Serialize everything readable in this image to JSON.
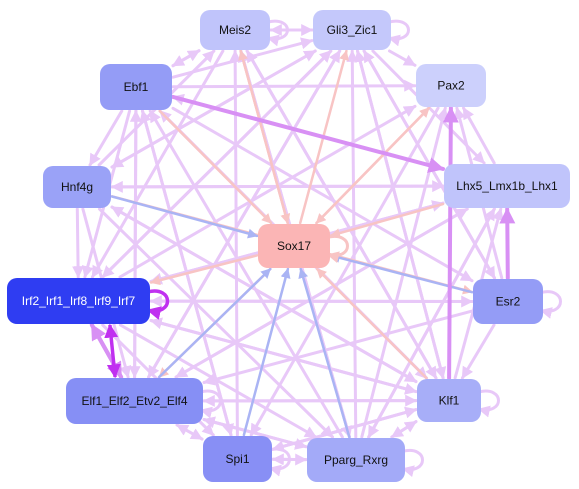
{
  "nodes": [
    {
      "id": "meis2",
      "label": "Meis2",
      "color": "#c0c4fb",
      "text_color": "#111111"
    },
    {
      "id": "gli3",
      "label": "Gli3_Zic1",
      "color": "#c4c8fb",
      "text_color": "#111111"
    },
    {
      "id": "ebf1",
      "label": "Ebf1",
      "color": "#949cf6",
      "text_color": "#111111"
    },
    {
      "id": "pax2",
      "label": "Pax2",
      "color": "#ccd0fc",
      "text_color": "#111111"
    },
    {
      "id": "hnf4g",
      "label": "Hnf4g",
      "color": "#9aa2f7",
      "text_color": "#111111"
    },
    {
      "id": "lhx5",
      "label": "Lhx5_Lmx1b_Lhx1",
      "color": "#c0c4fb",
      "text_color": "#111111"
    },
    {
      "id": "sox17",
      "label": "Sox17",
      "color": "#fbb5b5",
      "text_color": "#111111"
    },
    {
      "id": "irf",
      "label": "Irf2_Irf1_Irf8_Irf9_Irf7",
      "color": "#2f3df2",
      "text_color": "#ffffff"
    },
    {
      "id": "esr2",
      "label": "Esr2",
      "color": "#949cf6",
      "text_color": "#111111"
    },
    {
      "id": "elf",
      "label": "Elf1_Elf2_Etv2_Elf4",
      "color": "#868ff5",
      "text_color": "#111111"
    },
    {
      "id": "klf1",
      "label": "Klf1",
      "color": "#a7aef8",
      "text_color": "#111111"
    },
    {
      "id": "spi1",
      "label": "Spi1",
      "color": "#888ff5",
      "text_color": "#111111"
    },
    {
      "id": "pparg",
      "label": "Pparg_Rxrg",
      "color": "#a3aaf8",
      "text_color": "#111111"
    }
  ],
  "edges": [
    {
      "from": "meis2",
      "to": "gli3",
      "kind": "a"
    },
    {
      "from": "gli3",
      "to": "meis2",
      "kind": "a"
    },
    {
      "from": "meis2",
      "to": "ebf1",
      "kind": "a"
    },
    {
      "from": "meis2",
      "to": "irf",
      "kind": "a"
    },
    {
      "from": "meis2",
      "to": "klf1",
      "kind": "a"
    },
    {
      "from": "meis2",
      "to": "pparg",
      "kind": "a"
    },
    {
      "from": "meis2",
      "to": "sox17",
      "kind": "r"
    },
    {
      "from": "gli3",
      "to": "pax2",
      "kind": "a"
    },
    {
      "from": "gli3",
      "to": "lhx5",
      "kind": "a"
    },
    {
      "from": "gli3",
      "to": "hnf4g",
      "kind": "a"
    },
    {
      "from": "gli3",
      "to": "irf",
      "kind": "a"
    },
    {
      "from": "gli3",
      "to": "klf1",
      "kind": "a"
    },
    {
      "from": "gli3",
      "to": "esr2",
      "kind": "a"
    },
    {
      "from": "gli3",
      "to": "elf",
      "kind": "a"
    },
    {
      "from": "ebf1",
      "to": "meis2",
      "kind": "a"
    },
    {
      "from": "ebf1",
      "to": "gli3",
      "kind": "a"
    },
    {
      "from": "ebf1",
      "to": "pax2",
      "kind": "a"
    },
    {
      "from": "ebf1",
      "to": "lhx5",
      "kind": "s"
    },
    {
      "from": "ebf1",
      "to": "hnf4g",
      "kind": "a"
    },
    {
      "from": "ebf1",
      "to": "irf",
      "kind": "a"
    },
    {
      "from": "ebf1",
      "to": "elf",
      "kind": "a"
    },
    {
      "from": "ebf1",
      "to": "klf1",
      "kind": "a"
    },
    {
      "from": "ebf1",
      "to": "spi1",
      "kind": "a"
    },
    {
      "from": "ebf1",
      "to": "esr2",
      "kind": "a"
    },
    {
      "from": "ebf1",
      "to": "sox17",
      "kind": "r"
    },
    {
      "from": "hnf4g",
      "to": "meis2",
      "kind": "a"
    },
    {
      "from": "hnf4g",
      "to": "gli3",
      "kind": "a"
    },
    {
      "from": "hnf4g",
      "to": "lhx5",
      "kind": "a"
    },
    {
      "from": "hnf4g",
      "to": "irf",
      "kind": "a"
    },
    {
      "from": "hnf4g",
      "to": "elf",
      "kind": "a"
    },
    {
      "from": "hnf4g",
      "to": "klf1",
      "kind": "a"
    },
    {
      "from": "hnf4g",
      "to": "pparg",
      "kind": "a"
    },
    {
      "from": "hnf4g",
      "to": "sox17",
      "kind": "b"
    },
    {
      "from": "hnf4g",
      "to": "esr2",
      "kind": "r"
    },
    {
      "from": "irf",
      "to": "gli3",
      "kind": "a"
    },
    {
      "from": "irf",
      "to": "pax2",
      "kind": "a"
    },
    {
      "from": "irf",
      "to": "lhx5",
      "kind": "a"
    },
    {
      "from": "irf",
      "to": "elf",
      "kind": "s"
    },
    {
      "from": "elf",
      "to": "irf",
      "kind": "s"
    },
    {
      "from": "irf",
      "to": "klf1",
      "kind": "a"
    },
    {
      "from": "irf",
      "to": "spi1",
      "kind": "a"
    },
    {
      "from": "irf",
      "to": "pparg",
      "kind": "a"
    },
    {
      "from": "irf",
      "to": "esr2",
      "kind": "a"
    },
    {
      "from": "elf",
      "to": "gli3",
      "kind": "a"
    },
    {
      "from": "elf",
      "to": "lhx5",
      "kind": "a"
    },
    {
      "from": "elf",
      "to": "klf1",
      "kind": "a"
    },
    {
      "from": "elf",
      "to": "spi1",
      "kind": "a"
    },
    {
      "from": "elf",
      "to": "pparg",
      "kind": "a"
    },
    {
      "from": "elf",
      "to": "sox17",
      "kind": "b"
    },
    {
      "from": "elf",
      "to": "ebf1",
      "kind": "a"
    },
    {
      "from": "spi1",
      "to": "sox17",
      "kind": "b"
    },
    {
      "from": "spi1",
      "to": "pparg",
      "kind": "a"
    },
    {
      "from": "spi1",
      "to": "klf1",
      "kind": "a"
    },
    {
      "from": "spi1",
      "to": "elf",
      "kind": "a"
    },
    {
      "from": "spi1",
      "to": "meis2",
      "kind": "a"
    },
    {
      "from": "spi1",
      "to": "ebf1",
      "kind": "a"
    },
    {
      "from": "pparg",
      "to": "sox17",
      "kind": "b"
    },
    {
      "from": "pparg",
      "to": "spi1",
      "kind": "a"
    },
    {
      "from": "pparg",
      "to": "klf1",
      "kind": "a"
    },
    {
      "from": "pparg",
      "to": "elf",
      "kind": "a"
    },
    {
      "from": "pparg",
      "to": "gli3",
      "kind": "a"
    },
    {
      "from": "pparg",
      "to": "pax2",
      "kind": "a"
    },
    {
      "from": "pparg",
      "to": "lhx5",
      "kind": "a"
    },
    {
      "from": "pparg",
      "to": "meis2",
      "kind": "a"
    },
    {
      "from": "pparg",
      "to": "ebf1",
      "kind": "a"
    },
    {
      "from": "klf1",
      "to": "sox17",
      "kind": "r"
    },
    {
      "from": "klf1",
      "to": "pax2",
      "kind": "s"
    },
    {
      "from": "klf1",
      "to": "lhx5",
      "kind": "a"
    },
    {
      "from": "klf1",
      "to": "gli3",
      "kind": "a"
    },
    {
      "from": "klf1",
      "to": "meis2",
      "kind": "a"
    },
    {
      "from": "klf1",
      "to": "ebf1",
      "kind": "a"
    },
    {
      "from": "klf1",
      "to": "hnf4g",
      "kind": "a"
    },
    {
      "from": "klf1",
      "to": "irf",
      "kind": "a"
    },
    {
      "from": "klf1",
      "to": "elf",
      "kind": "a"
    },
    {
      "from": "klf1",
      "to": "pparg",
      "kind": "a"
    },
    {
      "from": "klf1",
      "to": "spi1",
      "kind": "a"
    },
    {
      "from": "esr2",
      "to": "sox17",
      "kind": "b"
    },
    {
      "from": "esr2",
      "to": "lhx5",
      "kind": "s"
    },
    {
      "from": "esr2",
      "to": "klf1",
      "kind": "a"
    },
    {
      "from": "esr2",
      "to": "pax2",
      "kind": "a"
    },
    {
      "from": "esr2",
      "to": "gli3",
      "kind": "a"
    },
    {
      "from": "esr2",
      "to": "elf",
      "kind": "a"
    },
    {
      "from": "esr2",
      "to": "irf",
      "kind": "a"
    },
    {
      "from": "lhx5",
      "to": "pax2",
      "kind": "a"
    },
    {
      "from": "lhx5",
      "to": "irf",
      "kind": "a"
    },
    {
      "from": "lhx5",
      "to": "elf",
      "kind": "a"
    },
    {
      "from": "lhx5",
      "to": "hnf4g",
      "kind": "a"
    },
    {
      "from": "lhx5",
      "to": "ebf1",
      "kind": "a"
    },
    {
      "from": "lhx5",
      "to": "sox17",
      "kind": "r"
    },
    {
      "from": "lhx5",
      "to": "pparg",
      "kind": "a"
    },
    {
      "from": "pax2",
      "to": "spi1",
      "kind": "a"
    },
    {
      "from": "pax2",
      "to": "sox17",
      "kind": "r"
    },
    {
      "from": "sox17",
      "to": "meis2",
      "kind": "r"
    },
    {
      "from": "sox17",
      "to": "gli3",
      "kind": "r"
    },
    {
      "from": "sox17",
      "to": "irf",
      "kind": "r"
    },
    {
      "from": "sox17",
      "to": "pax2",
      "kind": "r"
    },
    {
      "from": "sox17",
      "to": "elf",
      "kind": "r"
    },
    {
      "from": "elf",
      "to": "elf",
      "kind": "a"
    }
  ],
  "self_loops": [
    "meis2",
    "gli3",
    "sox17",
    "esr2",
    "klf1",
    "pparg",
    "spi1",
    "irf",
    "elf"
  ],
  "edge_colors": {
    "a": "#e8c8f8",
    "r": "#f8c4c4",
    "b": "#aab4f4",
    "s": "#d890f4",
    "strong": "#c030f0"
  }
}
